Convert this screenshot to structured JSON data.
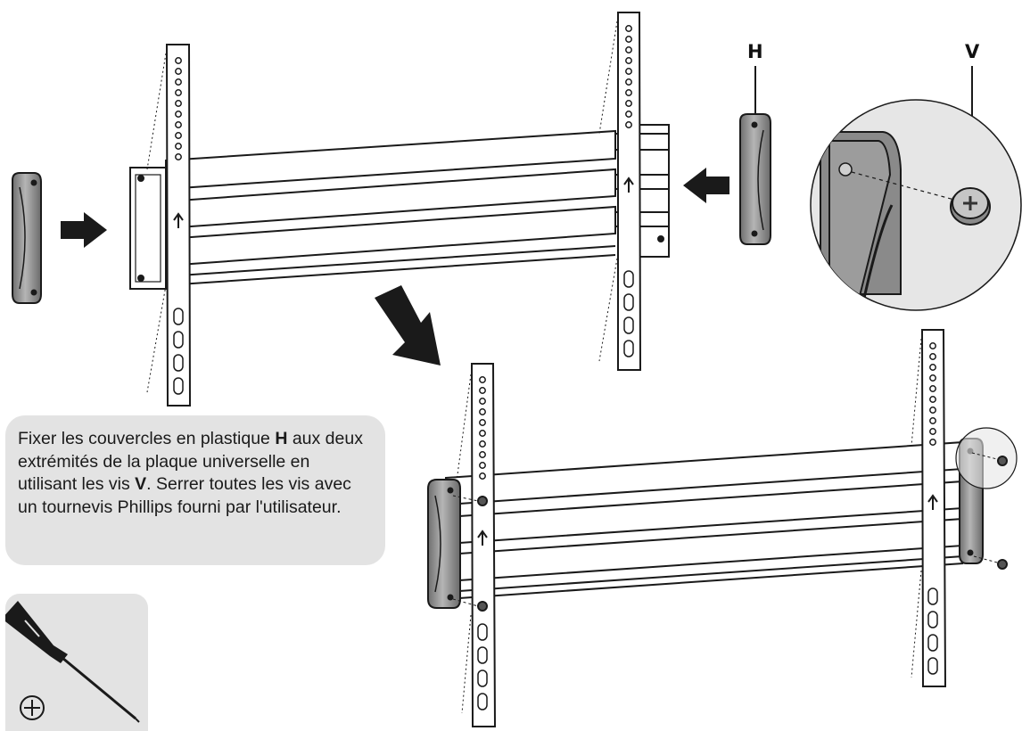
{
  "labels": {
    "H": "H",
    "V": "V"
  },
  "instruction": {
    "t1": "Fixer les couvercles en plastique ",
    "b1": "H",
    "t2": " aux deux extrémités de la plaque universelle en utilisant les vis ",
    "b2": "V",
    "t3": ". Serrer toutes les vis avec un tournevis Phillips fourni par l'utilisateur."
  },
  "icons": {
    "screwdriver": "screwdriver-icon",
    "phillips": "phillips-head-icon"
  },
  "colors": {
    "line": "#1a1a1a",
    "panel": "#e3e3e3",
    "cap": "#8a8a8a",
    "magnifier": "#e6e6e6"
  }
}
